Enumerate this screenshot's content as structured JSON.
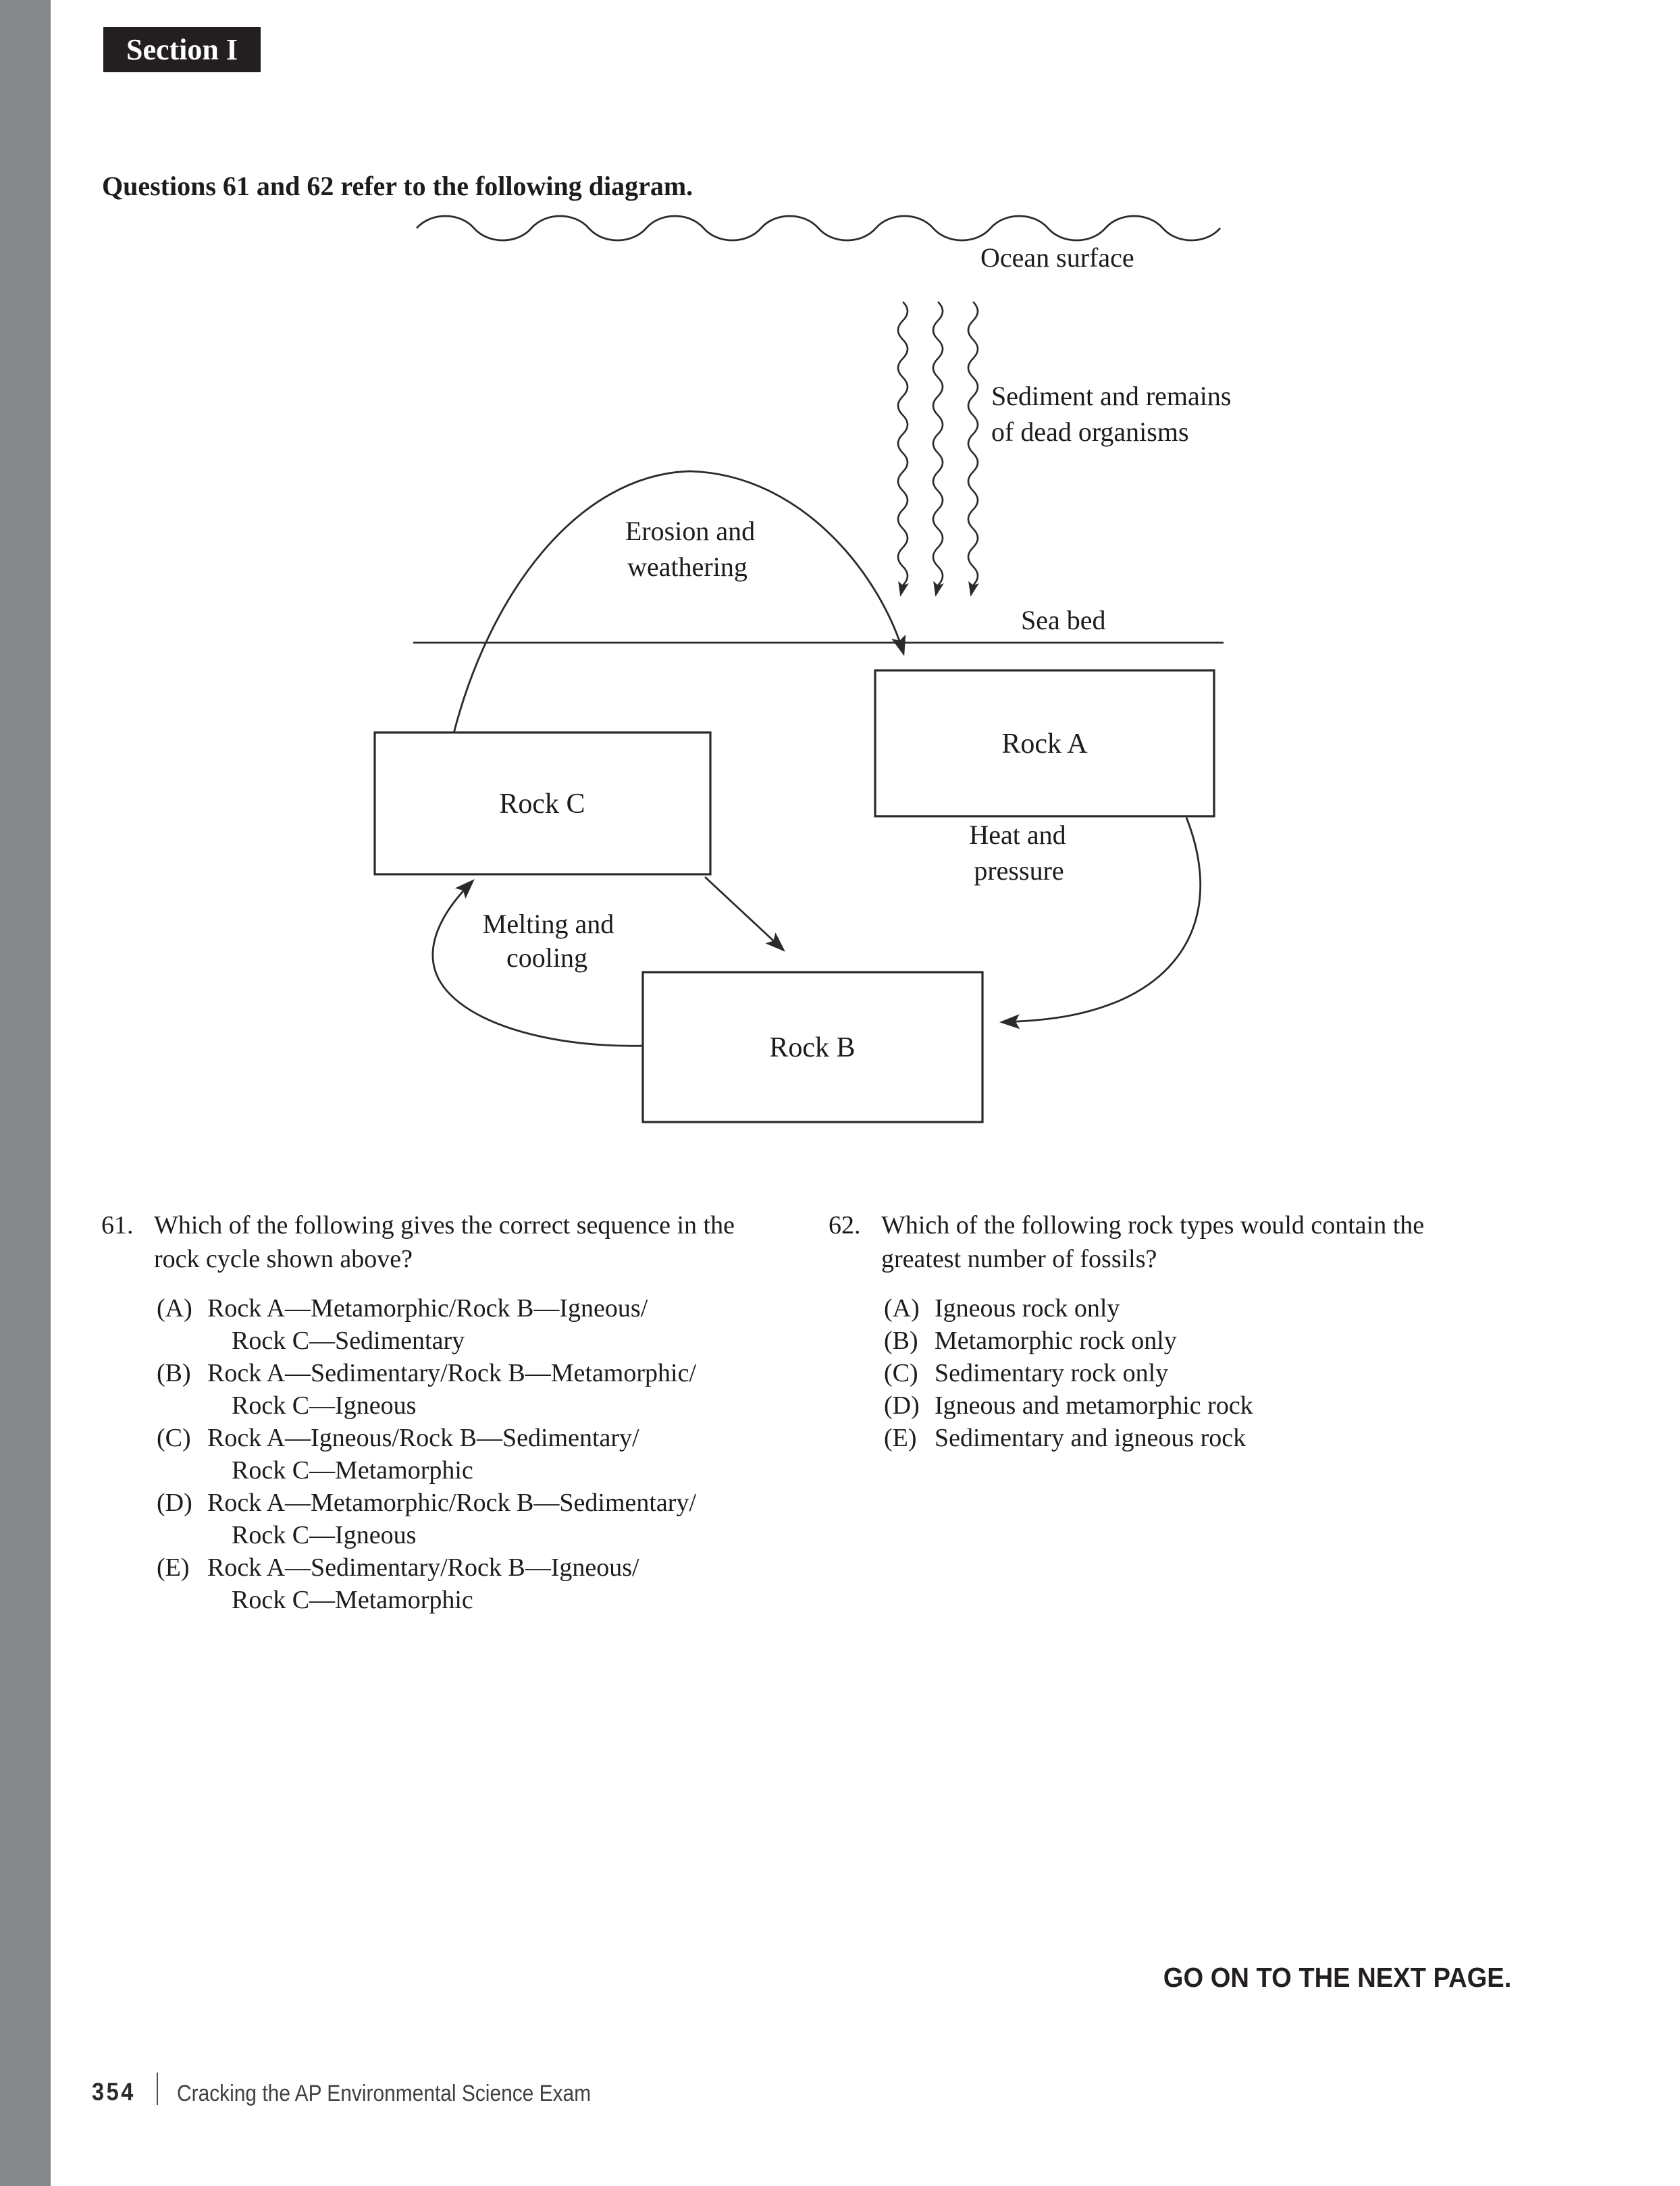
{
  "page": {
    "section_label": "Section I",
    "heading": "Questions 61 and 62 refer to the following diagram.",
    "colors": {
      "ink": "#231f20",
      "strip_gray": "#85878a",
      "line": "#2a2a2a"
    }
  },
  "diagram": {
    "labels": {
      "ocean_surface": "Ocean surface",
      "sediment_line1": "Sediment and remains",
      "sediment_line2": "of dead organisms",
      "erosion_line1": "Erosion and",
      "erosion_line2": "weathering",
      "sea_bed": "Sea bed",
      "rock_a": "Rock A",
      "rock_b": "Rock B",
      "rock_c": "Rock C",
      "heat_line1": "Heat and",
      "heat_line2": "pressure",
      "melting_line1": "Melting and",
      "melting_line2": "cooling"
    }
  },
  "questions": [
    {
      "number": "61.",
      "text_line1": "Which of the following gives the correct sequence in the",
      "text_line2": "rock cycle shown above?",
      "options": [
        {
          "label": "(A)",
          "line1": "Rock A—Metamorphic/Rock B—Igneous/",
          "line2": "Rock C—Sedimentary"
        },
        {
          "label": "(B)",
          "line1": "Rock A—Sedimentary/Rock B—Metamorphic/",
          "line2": "Rock C—Igneous"
        },
        {
          "label": "(C)",
          "line1": "Rock A—Igneous/Rock B—Sedimentary/",
          "line2": "Rock C—Metamorphic"
        },
        {
          "label": "(D)",
          "line1": "Rock A—Metamorphic/Rock B—Sedimentary/",
          "line2": "Rock C—Igneous"
        },
        {
          "label": "(E)",
          "line1": "Rock A—Sedimentary/Rock B—Igneous/",
          "line2": "Rock C—Metamorphic"
        }
      ]
    },
    {
      "number": "62.",
      "text_line1": "Which of the following rock types would contain the",
      "text_line2": "greatest number of fossils?",
      "options": [
        {
          "label": "(A)",
          "line1": "Igneous rock only"
        },
        {
          "label": "(B)",
          "line1": "Metamorphic rock only"
        },
        {
          "label": "(C)",
          "line1": "Sedimentary rock only"
        },
        {
          "label": "(D)",
          "line1": "Igneous and metamorphic rock"
        },
        {
          "label": "(E)",
          "line1": "Sedimentary and igneous rock"
        }
      ]
    }
  ],
  "footer": {
    "go_on": "GO ON TO THE NEXT PAGE.",
    "page_number": "354",
    "book_title": "Cracking the AP Environmental Science Exam"
  }
}
